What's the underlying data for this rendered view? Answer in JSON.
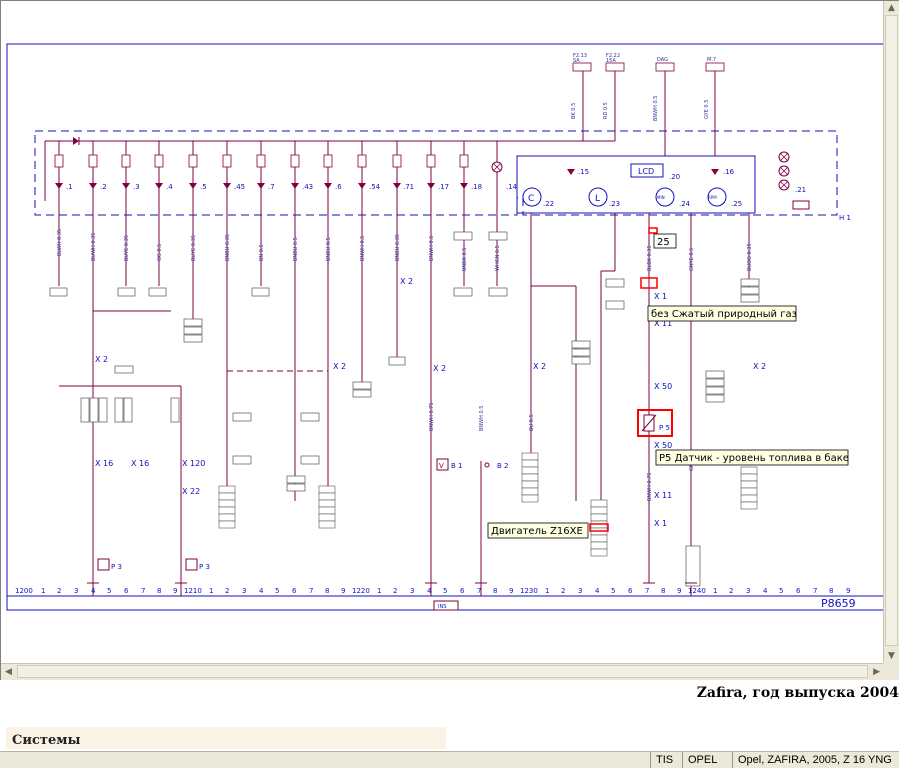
{
  "diagram": {
    "ref_code": "P8659",
    "tooltips": {
      "cng": "без Сжатый природный газ",
      "sensor": "P5 Датчик - уровень топлива в баке",
      "engine": "Двигатель Z16XE"
    },
    "marker_25": "25",
    "lcd": "LCD",
    "h1": "H 1",
    "p5": "P 5",
    "ins": "INS",
    "connectors": {
      "x1": "X 1",
      "x11": "X 11",
      "x50": "X 50",
      "x2": "X 2",
      "x16": "X 16",
      "x120": "X 120",
      "x22": "X 22"
    },
    "bulbs": [
      ".1",
      ".2",
      ".3",
      ".4",
      ".5",
      ".45",
      ".7",
      ".43",
      ".6",
      ".54",
      ".71",
      ".17",
      ".18",
      ".14"
    ],
    "gauges": [
      ".15",
      ".20",
      ".16",
      ".22",
      ".23",
      ".24",
      ".25",
      ".21"
    ],
    "gauge_letters": {
      "c": "C",
      "l": "L"
    },
    "devices": {
      "p3a": "P 3",
      "p3b": "P 3",
      "b1": "B 1",
      "b2": "B 2",
      "v": "V"
    },
    "bottom_scale": {
      "start": "1200",
      "mid1": "1210",
      "mid2": "1220",
      "mid3": "1230",
      "end": "1240",
      "numbers": [
        "1",
        "2",
        "3",
        "4",
        "5",
        "6",
        "7",
        "8",
        "9"
      ]
    }
  },
  "caption": "Zafira, год выпуска 2004",
  "section_header": "Системы",
  "status_bar": {
    "tis": "TIS",
    "opel": "OPEL",
    "vehicle": "Opel, ZAFIRA, 2005, Z 16 YNG"
  },
  "colors": {
    "wire": "#800040",
    "frame": "#1010c0",
    "text_small": "#3030a0",
    "highlight": "#ff0000",
    "tooltip_bg": "#ffffe1"
  }
}
